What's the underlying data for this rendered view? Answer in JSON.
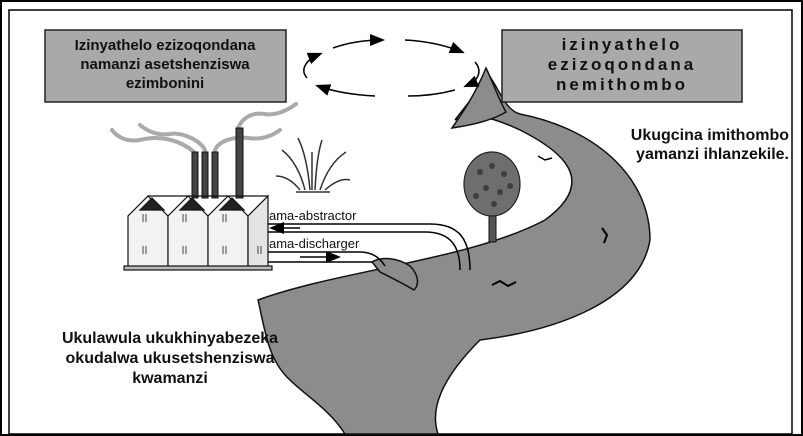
{
  "diagram": {
    "left_box": {
      "lines": [
        "Izinyathelo ezizoqondana",
        "namanzi asetshenziswa",
        "ezimbonini"
      ]
    },
    "right_box": {
      "lines": [
        "izinyathelo",
        "ezizoqondana",
        "nemithombo"
      ]
    },
    "river_caption": {
      "lines": [
        "Ukugcina imithombo",
        "yamanzi ihlanzekile."
      ]
    },
    "pollution_caption": {
      "lines": [
        "Ukulawula ukukhinyabezeka",
        "okudalwa ukusetshenziswa",
        "kwamanzi"
      ]
    },
    "flows": {
      "abstractor": "ama-abstractor",
      "discharger": "ama-discharger"
    },
    "colors": {
      "box_fill": "#a9a9a9",
      "river_fill": "#8c8c8c",
      "frame": "#000000"
    }
  }
}
